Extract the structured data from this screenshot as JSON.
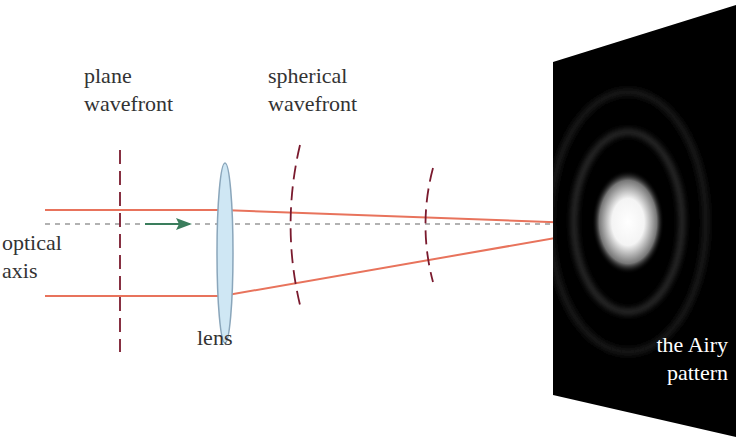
{
  "diagram": {
    "nodes": [
      {
        "text": [
          "the Airy pattern"
        ]
      }
    ],
    "labels": [
      "plane wavefront",
      "spherical wavefront",
      "optical axis",
      "lens"
    ]
  }
}
